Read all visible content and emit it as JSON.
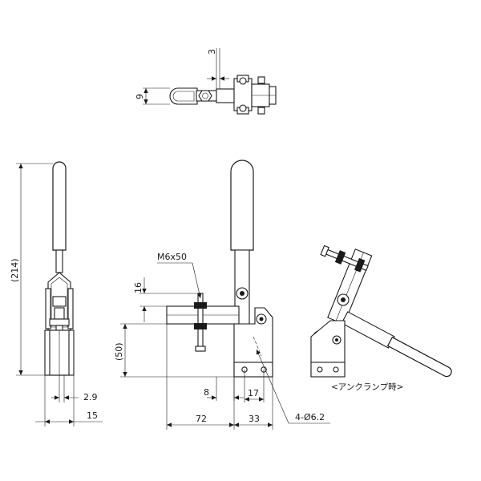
{
  "dimensions": {
    "top_gap": "3",
    "top_height": "9",
    "overall_height": "(214)",
    "side_offset": "2.9",
    "side_width": "15",
    "thread_len": "16",
    "base_height": "(50)",
    "bolt": "M6x50",
    "hole_offset": "8",
    "hole_pitch": "17",
    "reach": "72",
    "base_len": "33",
    "holes": "4-Ø6.2"
  },
  "notes": {
    "unclamped": "<アンクランプ時>"
  }
}
